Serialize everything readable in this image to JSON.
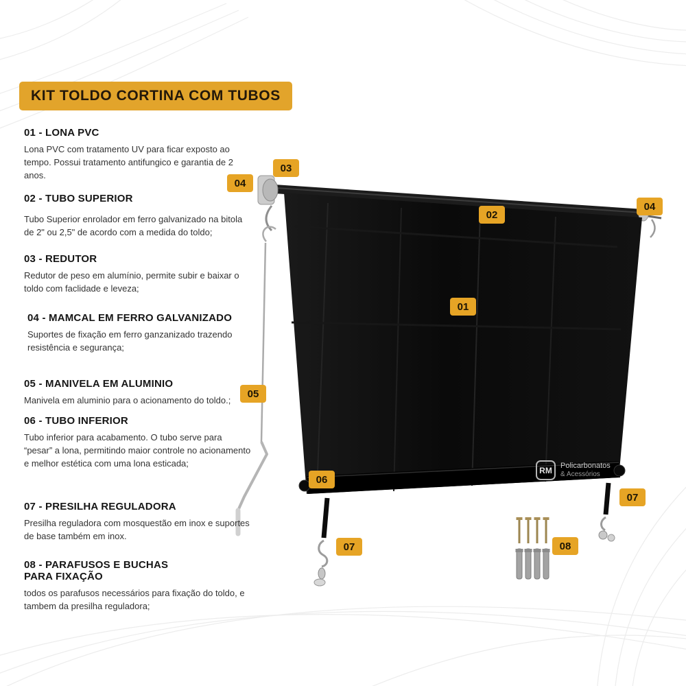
{
  "title": "KIT TOLDO CORTINA COM TUBOS",
  "sections": [
    {
      "heading": "01 - LONA PVC",
      "body": "Lona PVC com tratamento UV para ficar exposto ao tempo. Possui tratamento antifungico e garantia de 2 anos."
    },
    {
      "heading": "02 - TUBO SUPERIOR",
      "body": "Tubo Superior enrolador em ferro galvanizado na bitola de 2\" ou 2,5\" de acordo com a medida do toldo;"
    },
    {
      "heading": "03 - REDUTOR",
      "body": "Redutor de peso em alumínio, permite subir e baixar o toldo com faclidade e leveza;"
    },
    {
      "heading": "04 - MAMCAL  EM FERRO GALVANIZADO",
      "body": "Suportes de fixação em ferro ganzanizado trazendo resistência e segurança;"
    },
    {
      "heading": "05 - MANIVELA EM ALUMINIO",
      "body": "Manivela em aluminio para o acionamento do toldo.;"
    },
    {
      "heading": "06 - TUBO INFERIOR",
      "body": "Tubo inferior para acabamento. O tubo serve para “pesar” a lona, permitindo maior controle no acionamento e melhor estética com uma lona esticada;"
    },
    {
      "heading": "07 - PRESILHA REGULADORA",
      "body": "Presilha reguladora com mosquestão em inox e suportes de base também em inox."
    },
    {
      "heading": "08 - PARAFUSOS E BUCHAS PARA FIXAÇÃO",
      "body": "todos os parafusos necessários para fixação do toldo, e tambem da presilha reguladora;"
    }
  ],
  "badges": {
    "n01": "01",
    "n02": "02",
    "n03": "03",
    "n04": "04",
    "n05": "05",
    "n06": "06",
    "n07": "07",
    "n08": "08"
  },
  "logo": {
    "abbr": "RM",
    "line1": "Policarbonatos",
    "line2": "& Acessórios"
  },
  "colors": {
    "accent": "#E6A425",
    "tarp": "#0d0d0d",
    "badge_text": "#1d1505"
  }
}
